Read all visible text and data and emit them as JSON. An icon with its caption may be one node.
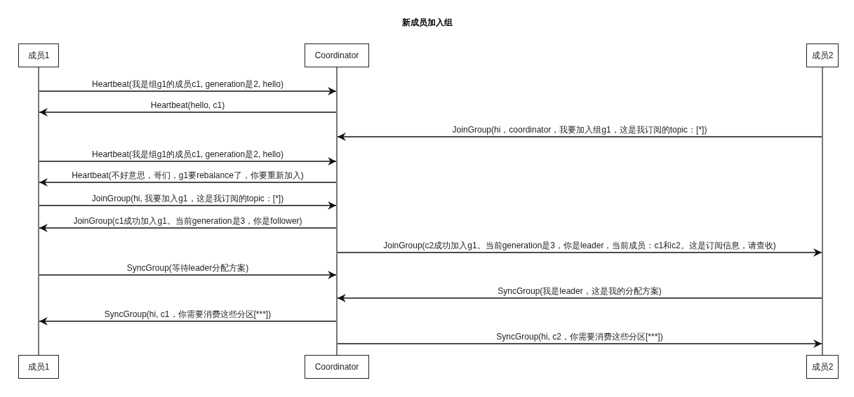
{
  "diagram": {
    "title": "新成员加入组",
    "nodes": [
      {
        "text": [
          "成员1"
        ]
      },
      {
        "text": [
          "Coordinator"
        ]
      },
      {
        "text": [
          "成员2"
        ]
      },
      {
        "text": [
          "成员1"
        ]
      },
      {
        "text": [
          "Coordinator"
        ]
      },
      {
        "text": [
          "成员2"
        ]
      },
      {
        "text": [],
        "shape": "line"
      },
      {
        "text": [],
        "shape": "line"
      },
      {
        "text": [],
        "shape": "line"
      }
    ],
    "edges": [
      {
        "from": 6,
        "to": 7,
        "arrow": "to",
        "label": "Heartbeat(我是组g1的成员c1, generation是2, hello)"
      },
      {
        "from": 7,
        "to": 6,
        "arrow": "to",
        "label": "Heartbeat(hello, c1)"
      },
      {
        "from": 8,
        "to": 7,
        "arrow": "to",
        "label": "JoinGroup(hi，coordinator，我要加入组g1，这是我订阅的topic：[*])"
      },
      {
        "from": 6,
        "to": 7,
        "arrow": "to",
        "label": "Heartbeat(我是组g1的成员c1, generation是2, hello)"
      },
      {
        "from": 7,
        "to": 6,
        "arrow": "to",
        "label": "Heartbeat(不好意思，哥们，g1要rebalance了，你要重新加入)"
      },
      {
        "from": 6,
        "to": 7,
        "arrow": "to",
        "label": "JoinGroup(hi, 我要加入g1，这是我订阅的topic：[*])"
      },
      {
        "from": 7,
        "to": 6,
        "arrow": "to",
        "label": "JoinGroup(c1成功加入g1。当前generation是3，你是follower)"
      },
      {
        "from": 7,
        "to": 8,
        "arrow": "to",
        "label": "JoinGroup(c2成功加入g1。当前generation是3，你是leader，当前成员：c1和c2。这是订阅信息，请查收)"
      },
      {
        "from": 6,
        "to": 7,
        "arrow": "to",
        "label": "SyncGroup(等待leader分配方案)"
      },
      {
        "from": 8,
        "to": 7,
        "arrow": "to",
        "label": "SyncGroup(我是leader，这是我的分配方案)"
      },
      {
        "from": 7,
        "to": 6,
        "arrow": "to",
        "label": "SyncGroup(hi, c1，你需要消费这些分区[***])"
      },
      {
        "from": 7,
        "to": 8,
        "arrow": "to",
        "label": "SyncGroup(hi, c2，你需要消费这些分区[***])"
      }
    ]
  }
}
